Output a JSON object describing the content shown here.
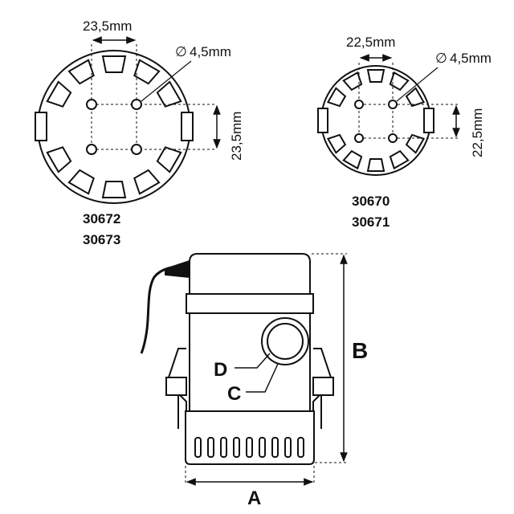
{
  "base_large": {
    "spacing_h": "23,5mm",
    "spacing_v": "23,5mm",
    "hole": "4,5mm",
    "codes": [
      "30672",
      "30673"
    ]
  },
  "base_small": {
    "spacing_h": "22,5mm",
    "spacing_v": "22,5mm",
    "hole": "4,5mm",
    "codes": [
      "30670",
      "30671"
    ]
  },
  "pump": {
    "label_a": "A",
    "label_b": "B",
    "label_c": "C",
    "label_d": "D"
  },
  "symbols": {
    "diameter": "∅"
  },
  "colors": {
    "ink": "#111111",
    "background": "#ffffff"
  }
}
